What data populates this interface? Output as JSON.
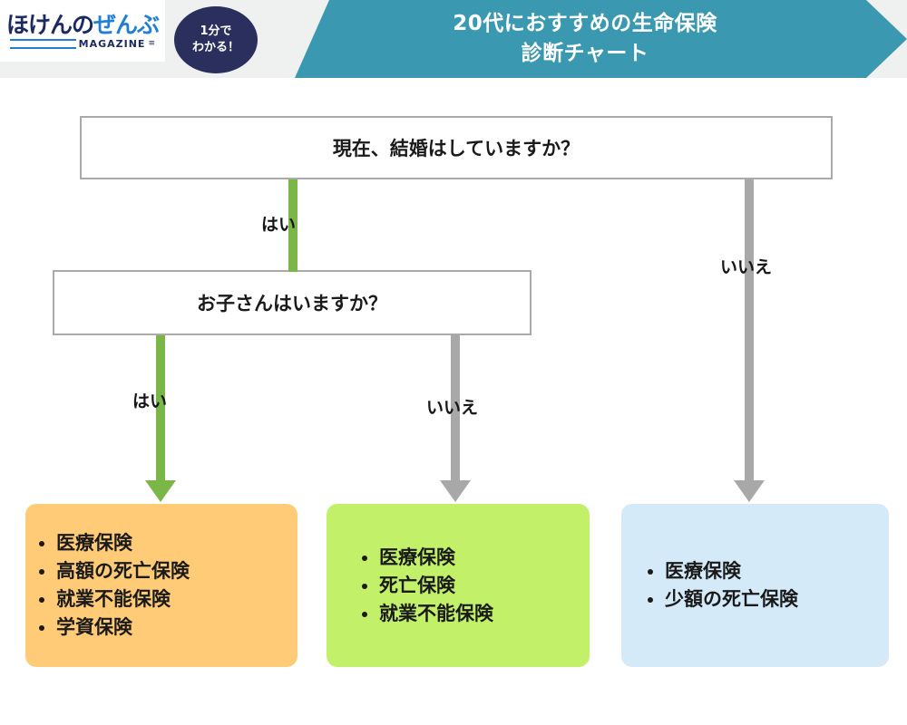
{
  "header": {
    "logo": {
      "brand_prefix": "ほけんの",
      "brand_suffix": "ぜんぶ",
      "magazine_label": "MAGAZINE",
      "bars_glyph": "≡"
    },
    "badge": {
      "line1": "1分で",
      "line2": "わかる！"
    },
    "title": {
      "line1": "20代におすすめの生命保険",
      "line2": "診断チャート"
    },
    "colors": {
      "banner_teal": "#3a99b0",
      "badge_navy": "#2a2f5e",
      "strip_gray": "#eef1f0",
      "logo_navy": "#1b2a63",
      "logo_blue": "#1f7fd4"
    }
  },
  "flowchart": {
    "questions": [
      {
        "id": "q1",
        "text": "現在、結婚はしていますか？"
      },
      {
        "id": "q2",
        "text": "お子さんはいますか？"
      }
    ],
    "connectors": [
      {
        "id": "q1-yes",
        "label": "はい",
        "color": "#7ab648",
        "from": "q1",
        "to": "q2"
      },
      {
        "id": "q1-no",
        "label": "いいえ",
        "color": "#a8a8a8",
        "from": "q1",
        "to": "result-blue"
      },
      {
        "id": "q2-yes",
        "label": "はい",
        "color": "#7ab648",
        "from": "q2",
        "to": "result-orange"
      },
      {
        "id": "q2-no",
        "label": "いいえ",
        "color": "#a8a8a8",
        "from": "q2",
        "to": "result-green"
      }
    ],
    "results": [
      {
        "id": "result-orange",
        "color": "#ffcb77",
        "items": [
          "医療保険",
          "高額の死亡保険",
          "就業不能保険",
          "学資保険"
        ]
      },
      {
        "id": "result-green",
        "color": "#c2f169",
        "items": [
          "医療保険",
          "死亡保険",
          "就業不能保険"
        ]
      },
      {
        "id": "result-blue",
        "color": "#d5eaf8",
        "items": [
          "医療保険",
          "少額の死亡保険"
        ]
      }
    ]
  }
}
